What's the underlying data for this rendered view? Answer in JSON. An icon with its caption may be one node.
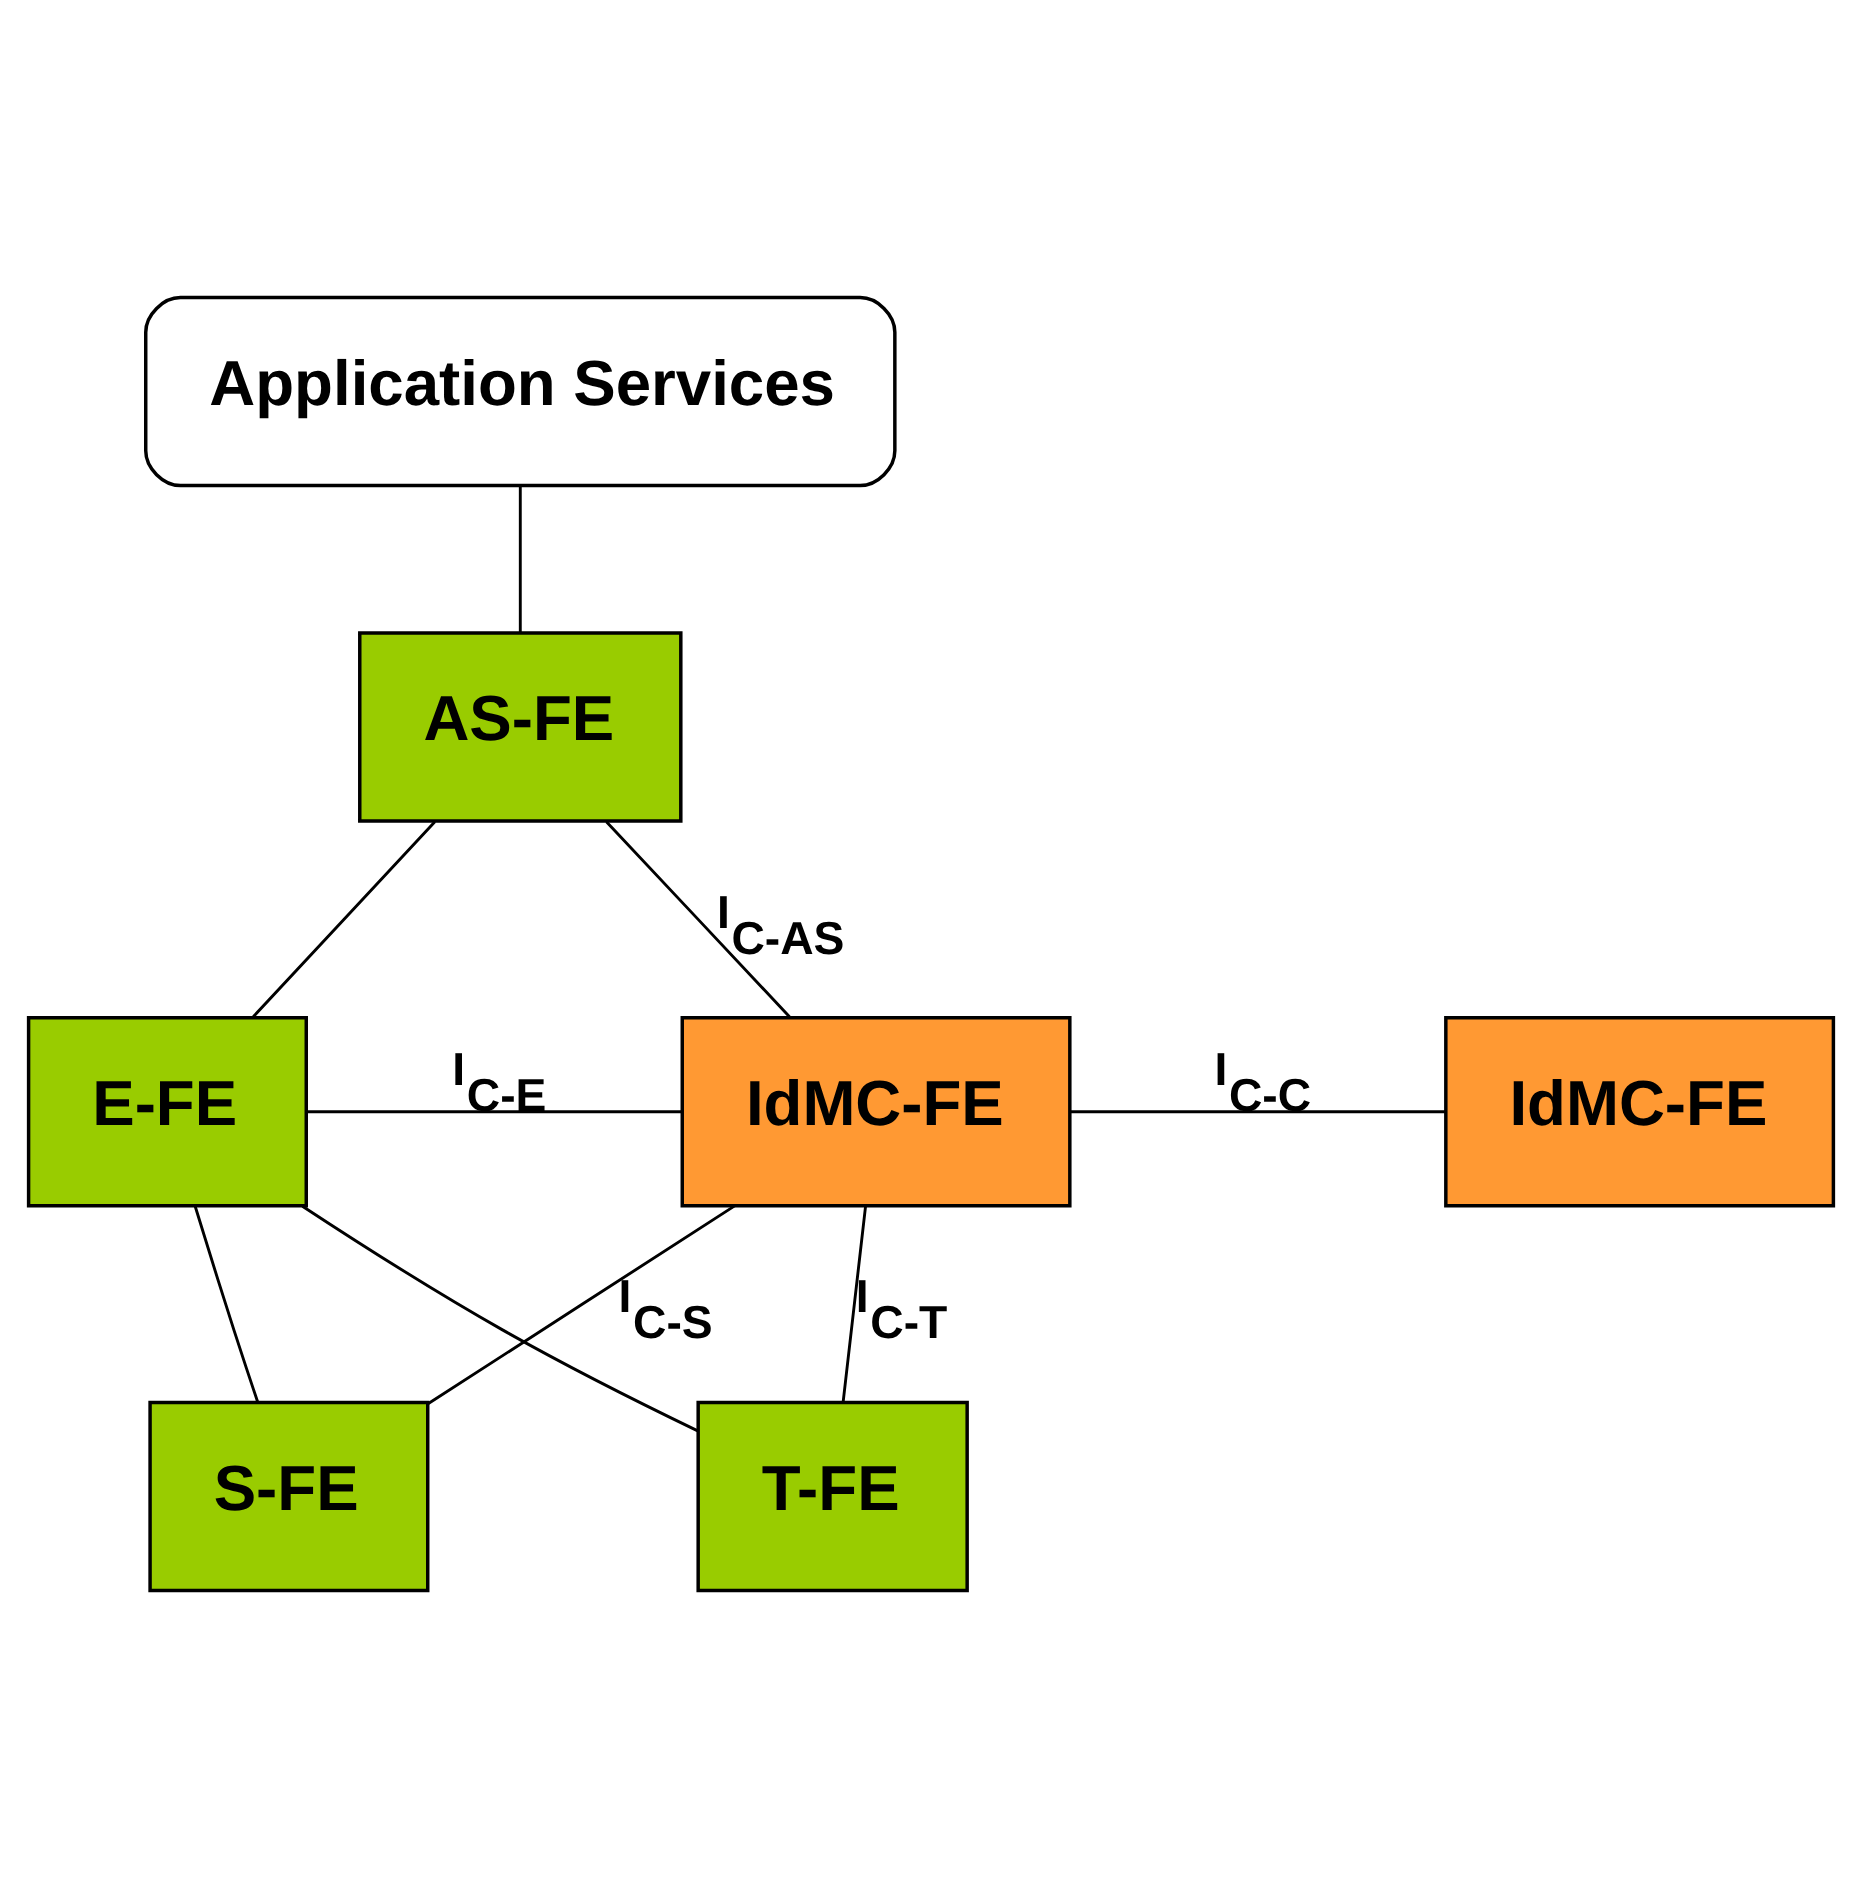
{
  "diagram": {
    "nodes": [
      {
        "text": [
          "Application Services"
        ]
      },
      {
        "text": [
          "AS-FE"
        ]
      },
      {
        "text": [
          "E-FE"
        ]
      },
      {
        "text": [
          "IdMC-FE"
        ]
      },
      {
        "text": [
          "IdMC-FE"
        ]
      },
      {
        "text": [
          "S-FE"
        ]
      },
      {
        "text": [
          "T-FE"
        ]
      }
    ],
    "edges": [
      {
        "from": 0,
        "to": 1,
        "arrow": "none"
      },
      {
        "from": 1,
        "to": 3,
        "arrow": "none",
        "label": "I$_{C-AS}$"
      },
      {
        "from": 1,
        "to": 2,
        "arrow": "none"
      },
      {
        "from": 2,
        "to": 3,
        "arrow": "none",
        "label": "I$_{C-E}$"
      },
      {
        "from": 3,
        "to": 4,
        "arrow": "none",
        "label": "I$_{C-C}$"
      },
      {
        "from": 2,
        "to": 5,
        "arrow": "none"
      },
      {
        "from": 3,
        "to": 5,
        "arrow": "none",
        "label": "I$_{C-S}$"
      },
      {
        "from": 3,
        "to": 6,
        "arrow": "none",
        "label": "I$_{C-T}$"
      },
      {
        "from": 2,
        "to": 6,
        "arrow": "none"
      }
    ]
  }
}
